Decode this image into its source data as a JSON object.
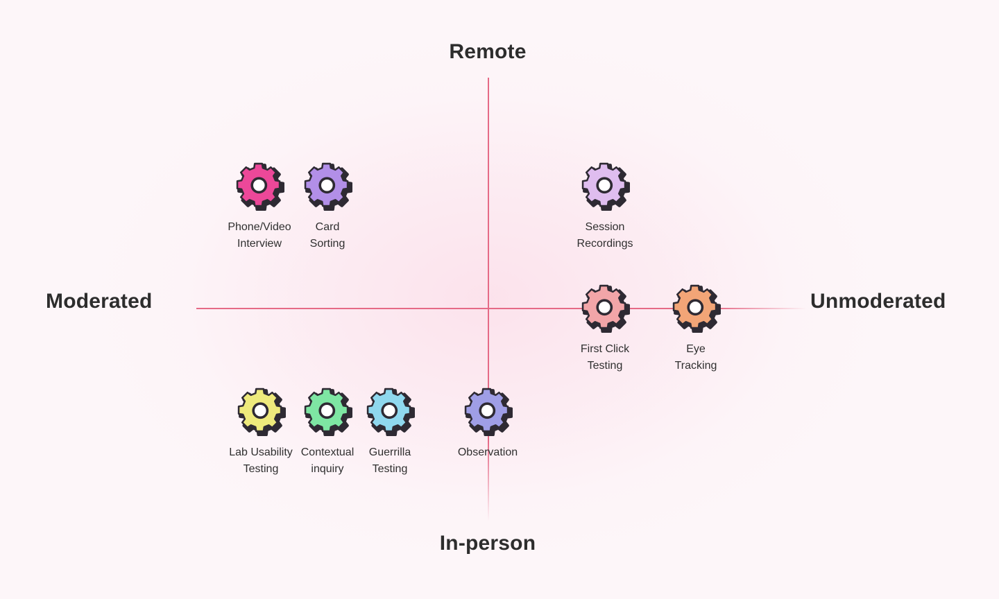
{
  "axes": {
    "top": "Remote",
    "bottom": "In-person",
    "left": "Moderated",
    "right": "Unmoderated"
  },
  "methods": [
    {
      "label": "Phone/Video\nInterview",
      "color": "#ec4899",
      "icon": "gear-icon"
    },
    {
      "label": "Card\nSorting",
      "color": "#b28fe8",
      "icon": "gear-icon"
    },
    {
      "label": "Session\nRecordings",
      "color": "#dfbdef",
      "icon": "gear-icon"
    },
    {
      "label": "First Click\nTesting",
      "color": "#f2a5a8",
      "icon": "gear-icon"
    },
    {
      "label": "Eye\nTracking",
      "color": "#f2a577",
      "icon": "gear-icon"
    },
    {
      "label": "Lab Usability\nTesting",
      "color": "#eeea7c",
      "icon": "gear-icon"
    },
    {
      "label": "Contextual\ninquiry",
      "color": "#7ee6a3",
      "icon": "gear-icon"
    },
    {
      "label": "Guerrilla\nTesting",
      "color": "#8fd8ee",
      "icon": "gear-icon"
    },
    {
      "label": "Observation",
      "color": "#9f9ee6",
      "icon": "gear-icon"
    }
  ],
  "colors": {
    "axis": "#e56a86",
    "background": "#fdf6f9"
  }
}
